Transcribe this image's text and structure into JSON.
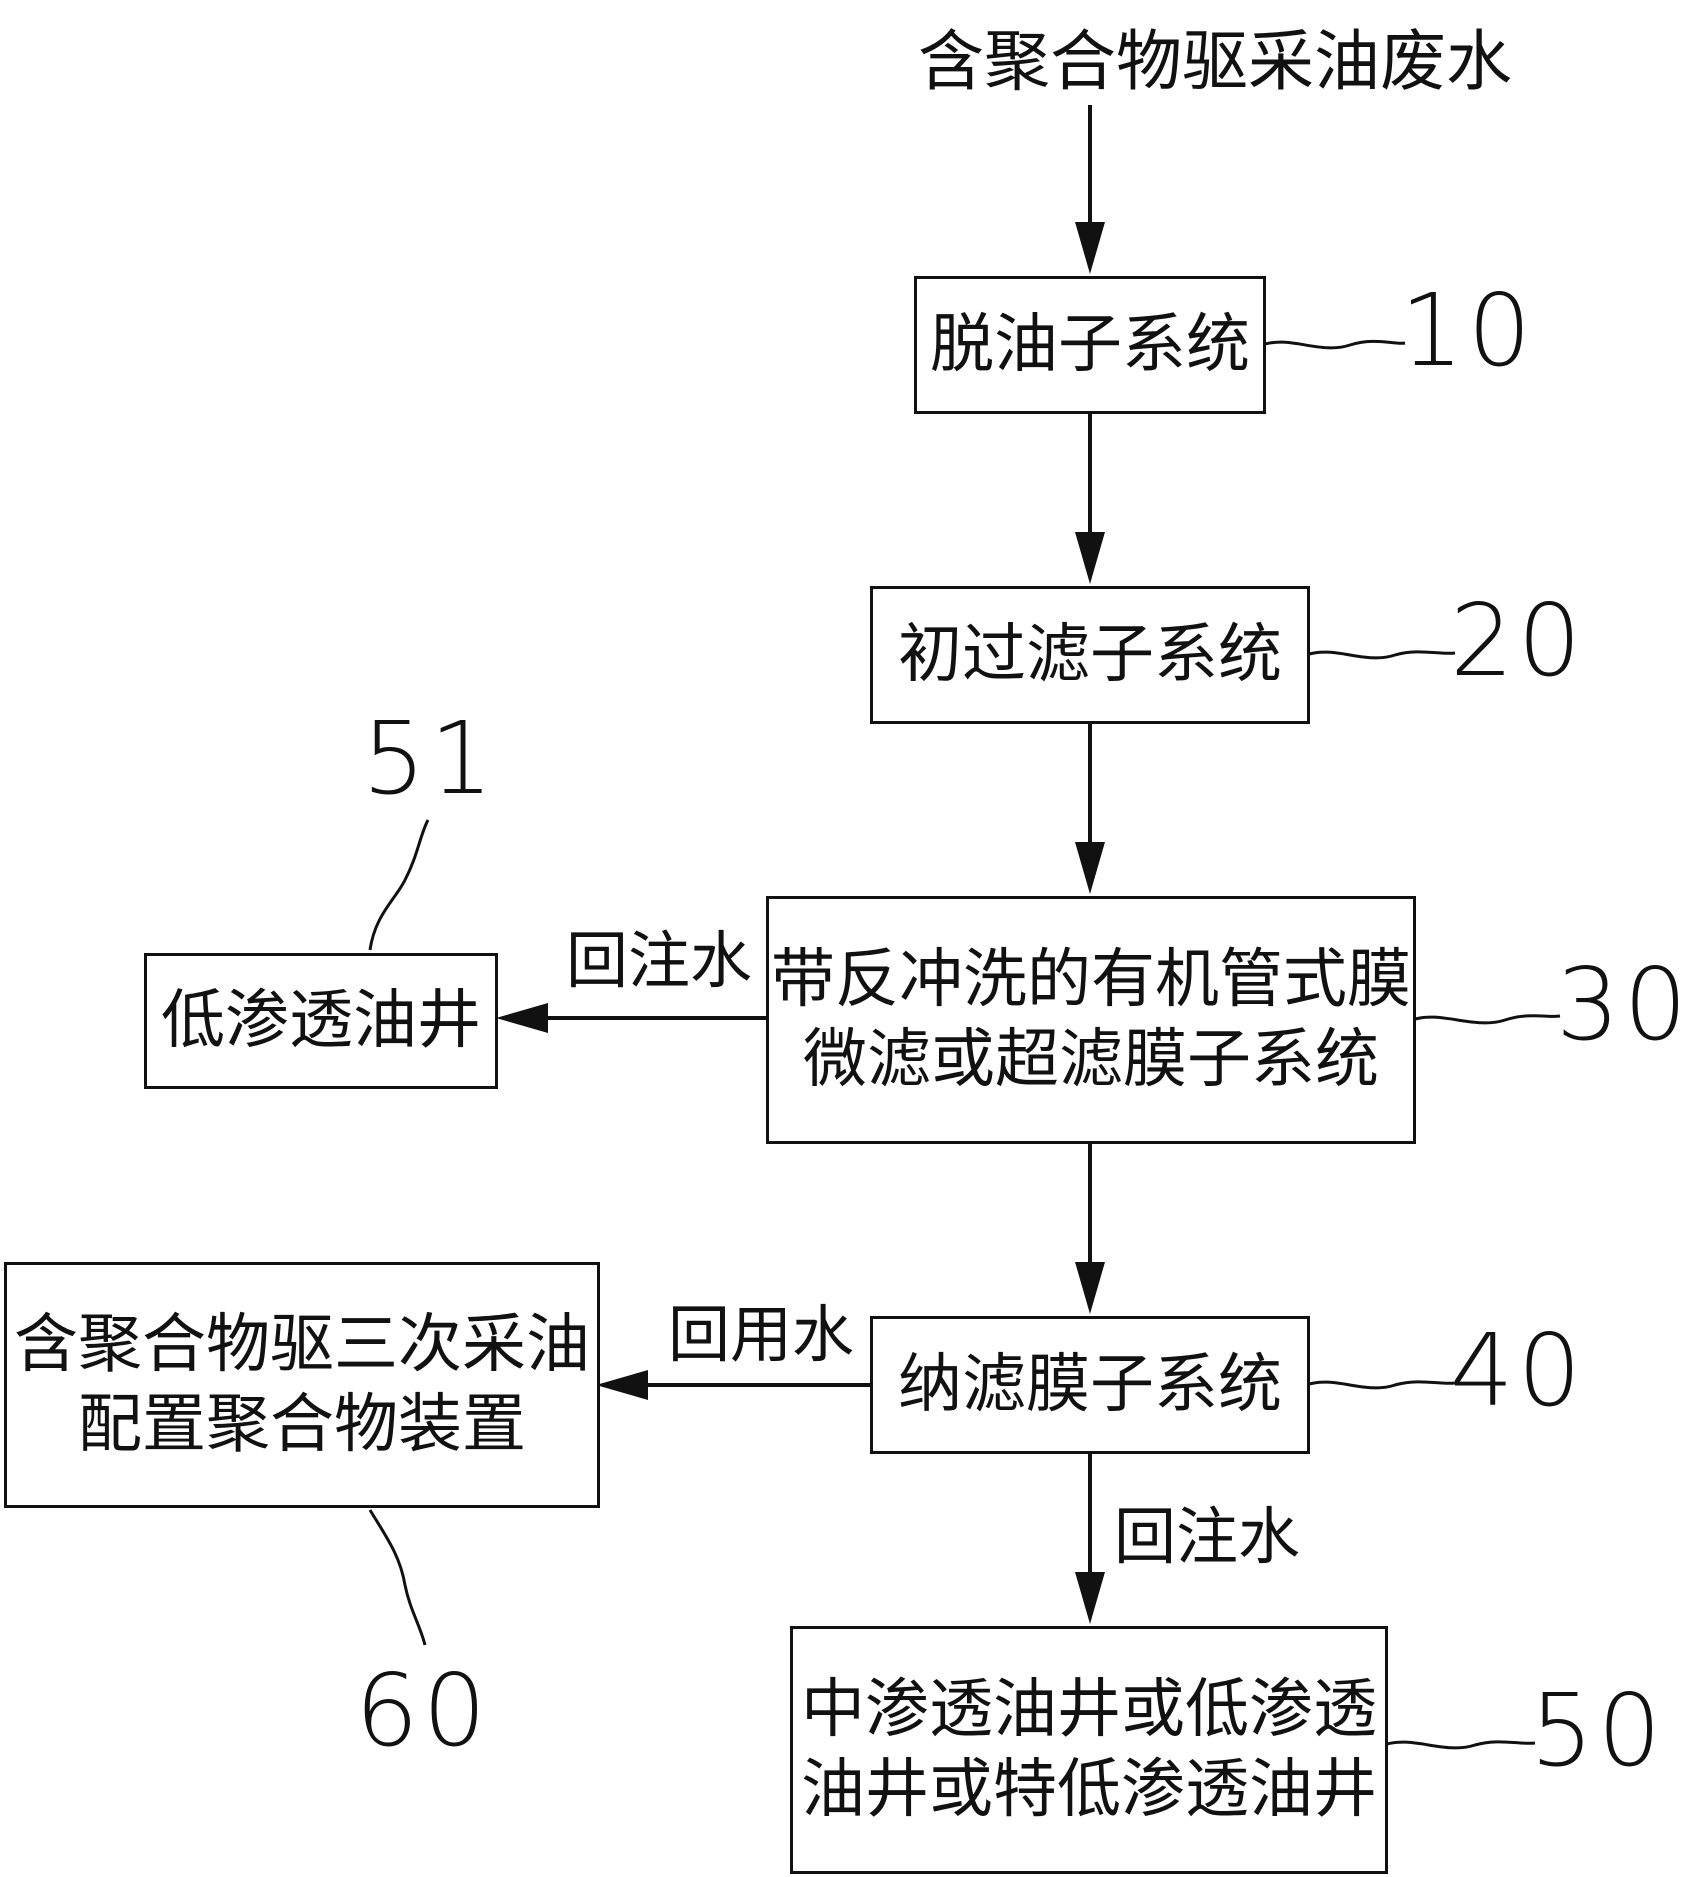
{
  "source": "含聚合物驱采油废水",
  "nodes": {
    "deoil": {
      "label": "脱油子系统",
      "ref": "10"
    },
    "prefilter": {
      "label": "初过滤子系统",
      "ref": "20"
    },
    "membrane": {
      "line1": "带反冲洗的有机管式膜",
      "line2": "微滤或超滤膜子系统",
      "ref": "30"
    },
    "nano": {
      "label": "纳滤膜子系统",
      "ref": "40"
    },
    "wells": {
      "line1": "中渗透油井或低渗透",
      "line2": "油井或特低渗透油井",
      "ref": "50"
    },
    "low_well": {
      "label": "低渗透油井",
      "ref": "51"
    },
    "polymer": {
      "line1": "含聚合物驱三次采油",
      "line2": "配置聚合物装置",
      "ref": "60"
    }
  },
  "edges": {
    "reinject_top": "回注水",
    "reuse": "回用水",
    "reinject_bottom": "回注水"
  }
}
